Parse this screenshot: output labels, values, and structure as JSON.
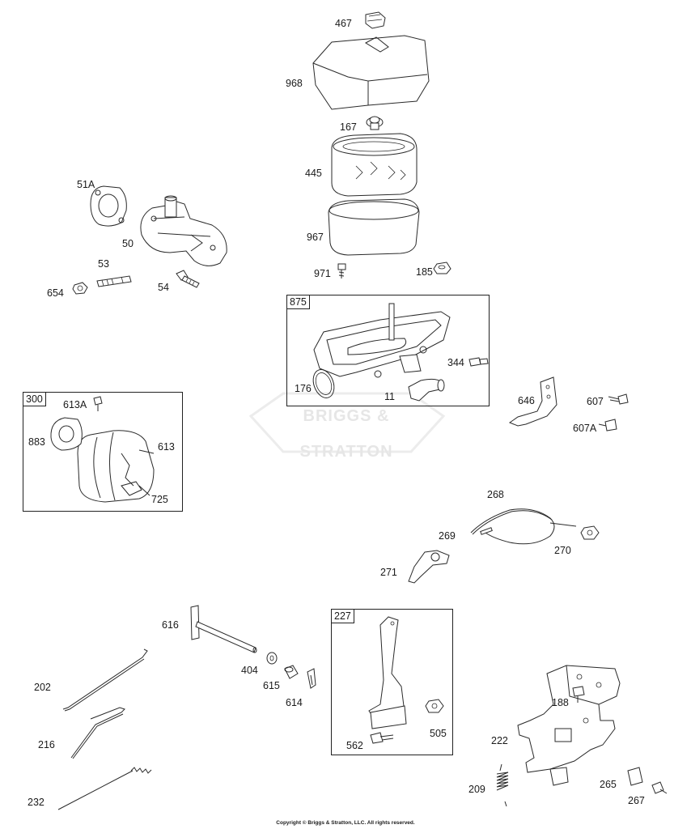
{
  "labels": {
    "p467": "467",
    "p968": "968",
    "p167": "167",
    "p445": "445",
    "p967": "967",
    "p971": "971",
    "p185": "185",
    "p51A": "51A",
    "p50": "50",
    "p53": "53",
    "p654": "654",
    "p54": "54",
    "p875": "875",
    "p344": "344",
    "p176": "176",
    "p11": "11",
    "p300": "300",
    "p613A": "613A",
    "p883": "883",
    "p613": "613",
    "p725": "725",
    "p646": "646",
    "p607": "607",
    "p607A": "607A",
    "p268": "268",
    "p269": "269",
    "p270": "270",
    "p271": "271",
    "p616": "616",
    "p404": "404",
    "p615": "615",
    "p614": "614",
    "p202": "202",
    "p216": "216",
    "p232": "232",
    "p227": "227",
    "p562": "562",
    "p505": "505",
    "p188": "188",
    "p222": "222",
    "p209": "209",
    "p265": "265",
    "p267": "267"
  },
  "watermark": "BRIGGS & STRATTON",
  "copyright": "Copyright © Briggs & Stratton, LLC. All rights reserved."
}
